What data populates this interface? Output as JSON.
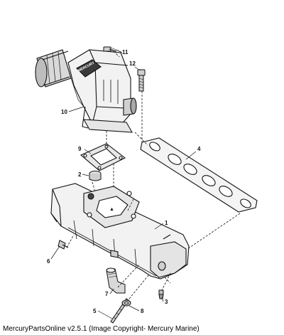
{
  "callouts": {
    "c1": "1",
    "c2": "2",
    "c3": "3",
    "c4": "4",
    "c5": "5",
    "c6": "6",
    "c7": "7",
    "c8": "8",
    "c9": "9",
    "c10": "10",
    "c11": "11",
    "c12": "12"
  },
  "logo_text": "MERCURY",
  "caption": "MercuryPartsOnline v2.5.1 (Image Copyright- Mercury Marine)"
}
